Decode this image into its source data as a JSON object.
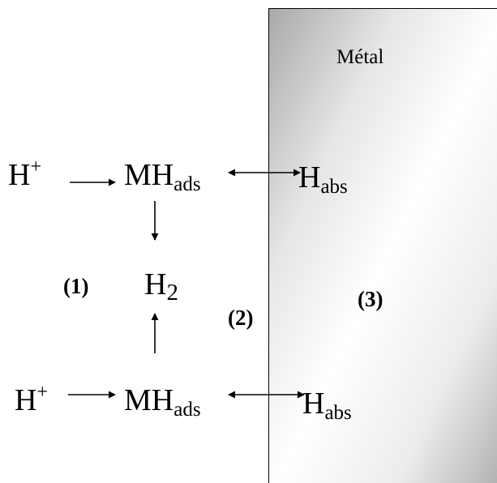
{
  "metal_label": "Métal",
  "top_row": {
    "proton": "H",
    "proton_charge": "+",
    "adsorbed": "MH",
    "adsorbed_sub": "ads",
    "absorbed": "H",
    "absorbed_sub": "abs"
  },
  "middle": {
    "step1_label": "(1)",
    "molecule": "H",
    "molecule_sub": "2",
    "step2_label": "(2)",
    "step3_label": "(3)"
  },
  "bottom_row": {
    "proton": "H",
    "proton_charge": "+",
    "adsorbed": "MH",
    "adsorbed_sub": "ads",
    "absorbed": "H",
    "absorbed_sub": "abs"
  },
  "colors": {
    "line": "#000000",
    "metal_dark": "#a9a9a9",
    "metal_light": "#ffffff"
  }
}
